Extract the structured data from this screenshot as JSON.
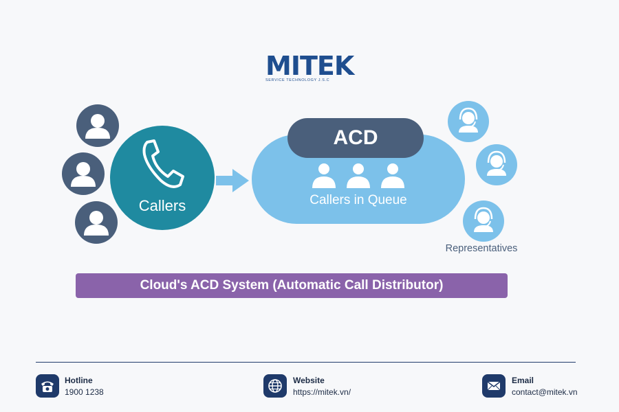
{
  "logo": {
    "text": "MITEK",
    "tagline": "SERVICE TECHNOLOGY J.S.C"
  },
  "diagram": {
    "callers_label": "Callers",
    "acd_label": "ACD",
    "queue_label": "Callers in Queue",
    "representatives_label": "Representatives",
    "banner": "Cloud's ACD System (Automatic Call Distributor)"
  },
  "icons": {
    "caller": "person-icon",
    "phone": "phone-handset-icon",
    "arrow": "right-arrow-icon",
    "representative": "headset-agent-icon",
    "hotline": "telephone-icon",
    "website": "globe-icon",
    "email": "envelope-icon"
  },
  "footer": {
    "hotline": {
      "title": "Hotline",
      "value": "1900 1238"
    },
    "website": {
      "title": "Website",
      "value": "https://mitek.vn/"
    },
    "email": {
      "title": "Email",
      "value": "contact@mitek.vn"
    }
  },
  "colors": {
    "brand": "#1f4e8f",
    "caller_avatar": "#4a5f7b",
    "callers_circle": "#1f8aa0",
    "queue_pill": "#7cc1ea",
    "banner": "#8a63aa",
    "footer_icon": "#1f3a6a"
  }
}
